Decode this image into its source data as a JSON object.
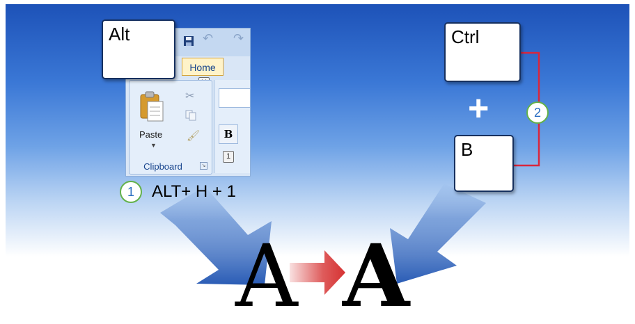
{
  "keys": {
    "alt": "Alt",
    "ctrl": "Ctrl",
    "plus": "+",
    "b": "B"
  },
  "ribbon": {
    "tab_home": "Home",
    "tab_home_keytip": "H",
    "paste_label": "Paste",
    "clipboard_label": "Clipboard",
    "bold_button": "B",
    "bold_keytip": "1"
  },
  "steps": [
    {
      "number": "1",
      "shortcut": "ALT+ H + 1"
    },
    {
      "number": "2"
    }
  ],
  "letters": {
    "regular": "A",
    "bold": "A"
  },
  "colors": {
    "background_top": "#1d52b8",
    "arrow_blue": "#3a6fc4",
    "bracket_red": "#d9263c",
    "step_circle_green": "#63b14a",
    "transform_arrow_red": "#d63232"
  }
}
